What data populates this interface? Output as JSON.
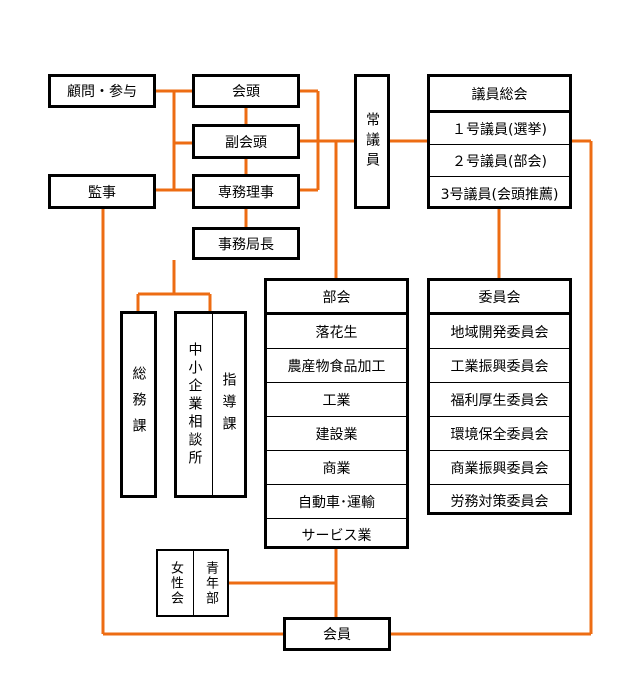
{
  "colors": {
    "line": "#ED6C13",
    "border": "#000000"
  },
  "top": {
    "advisor": "顧問・参与",
    "chairman": "会頭",
    "vice_chairman": "副会頭",
    "auditor": "監事",
    "exec_director": "専務理事",
    "secretary_general": "事務局長"
  },
  "standing": "常議員",
  "assembly": {
    "title": "議員総会",
    "items": [
      "１号議員(選挙)",
      "２号議員(部会)",
      "3号議員(会頭推薦)"
    ]
  },
  "departments": {
    "general_affairs": "総務課",
    "sme_center": "中小企業相談所",
    "guidance": "指導課"
  },
  "bukai": {
    "title": "部会",
    "items": [
      "落花生",
      "農産物食品加工",
      "工業",
      "建設業",
      "商業",
      "自動車･運輸",
      "サービス業"
    ]
  },
  "committees": {
    "title": "委員会",
    "items": [
      "地域開発委員会",
      "工業振興委員会",
      "福利厚生委員会",
      "環境保全委員会",
      "商業振興委員会",
      "労務対策委員会"
    ]
  },
  "groups": {
    "women": "女性会",
    "youth": "青年部"
  },
  "members": "会員"
}
